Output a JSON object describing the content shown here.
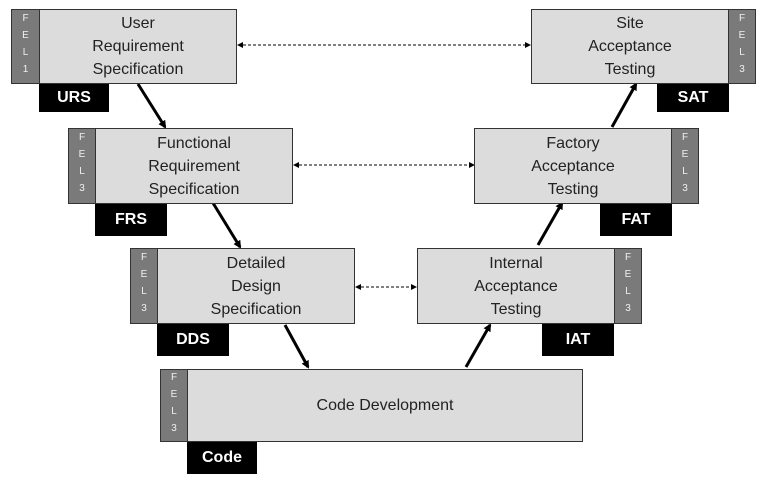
{
  "phases": {
    "urs": {
      "title": "User\nRequirement\nSpecification",
      "fel": "FEL1",
      "tag": "URS"
    },
    "frs": {
      "title": "Functional\nRequirement\nSpecification",
      "fel": "FEL3",
      "tag": "FRS"
    },
    "dds": {
      "title": "Detailed\nDesign\nSpecification",
      "fel": "FEL3",
      "tag": "DDS"
    },
    "code": {
      "title": "Code Development",
      "fel": "FEL3",
      "tag": "Code"
    },
    "iat": {
      "title": "Internal\nAcceptance\nTesting",
      "fel": "FEL3",
      "tag": "IAT"
    },
    "fat": {
      "title": "Factory\nAcceptance\nTesting",
      "fel": "FEL3",
      "tag": "FAT"
    },
    "sat": {
      "title": "Site\nAcceptance\nTesting",
      "fel": "FEL3",
      "tag": "SAT"
    }
  }
}
